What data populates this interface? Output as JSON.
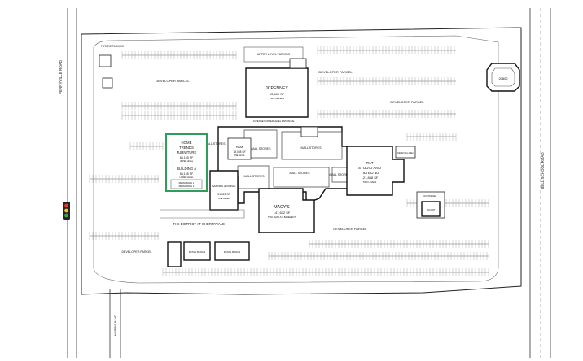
{
  "map": {
    "roads": {
      "west": "PERRYVILLE ROAD",
      "east": "BELL SCHOOL ROAD",
      "south": "HARRIS BLVD"
    },
    "highlight_color": "#2e9e5b",
    "anchors": {
      "jcpenney": {
        "name": "JCPENNEY",
        "area": "93,480 SF",
        "note": "TWO LEVELS"
      },
      "macys": {
        "name": "MACY'S",
        "area": "147,632 SF",
        "note": "TWO LEVELS & BASEMENT"
      },
      "tilt": {
        "name": "TILT STUDIO AND TILTED 10",
        "area": "121,848 SF",
        "note": "TWO LEVELS"
      },
      "barnes": {
        "name": "BARNES & NOBLE",
        "area": "31,025 SF",
        "note": "ONE LEVEL"
      },
      "hm": {
        "name": "H&M",
        "area": "19,058 SF",
        "note": "ONE LEVEL"
      },
      "home_trends": {
        "name": "HOME TRENDS FURNITURE",
        "area": "84,165 SF",
        "note": "UPPER LEVEL"
      },
      "building_a": {
        "name": "BUILDING A",
        "area": "84,165 SF",
        "note": "LOWER LEVEL"
      }
    },
    "labels": {
      "mall_stores": "MALL STORES",
      "developer_parcel": "DEVELOPER PARCEL",
      "district": "THE DISTRICT AT CHERRYVALE",
      "future_parking": "FUTURE PARKING",
      "upper_parking": "UPPER LEVEL PARKING",
      "upper_entrance": "JCPENNEY UPPER LEVEL ENTRANCE",
      "retail_bldg_1": "RETAIL BLDG 1",
      "retail_bldg_2": "RETAIL BLDG 2",
      "retail_bldg_3": "RETAIL BLDG 3",
      "retail_bldg_4": "RETAIL BLDG 4",
      "outparcel": "OUTPARCEL",
      "receiving": "RECEIVING AREA",
      "vacant": "VACANT",
      "id_20802": "20802"
    }
  }
}
